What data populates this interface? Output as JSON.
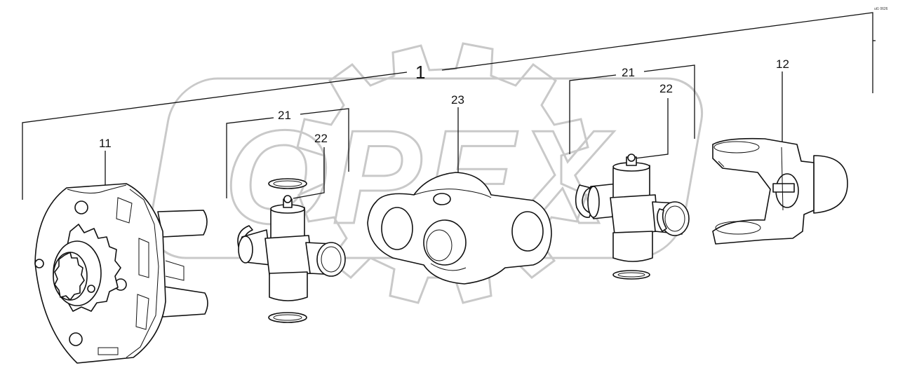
{
  "corner_code": "ut1 0626",
  "watermark": {
    "text": "OPEX",
    "color": "#c9c9c9"
  },
  "callouts": {
    "assembly": "1",
    "part_11": "11",
    "part_12": "12",
    "part_21_left": "21",
    "part_22_left": "22",
    "part_23": "23",
    "part_21_right": "21",
    "part_22_right": "22"
  }
}
